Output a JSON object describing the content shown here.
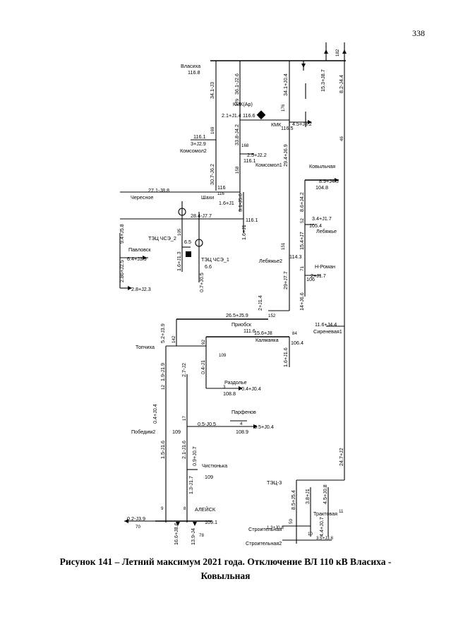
{
  "page_number": "338",
  "caption": {
    "line1": "Рисунок 141 – Летний максимум 2021 года. Отключение ВЛ 110 кВ Власиха -",
    "line2": "Ковыльная"
  },
  "substations": [
    {
      "name": "Власиха",
      "voltage": "116.8"
    },
    {
      "name": "КМК(Ар)",
      "voltage": "116.6"
    },
    {
      "name": "КМК",
      "voltage": "116.5"
    },
    {
      "name": "Комсомол2",
      "voltage": "116.1"
    },
    {
      "name": "Комсомол1",
      "voltage": "116.1"
    },
    {
      "name": "Ковыльная",
      "voltage": "104.8"
    },
    {
      "name": "Чересное",
      "voltage": "116"
    },
    {
      "name": "Шахи",
      "voltage": "116.1"
    },
    {
      "name": "ТЭЦ ЧСЭ_2",
      "voltage": "6.5"
    },
    {
      "name": "ТЭЦ ЧСЭ_1",
      "voltage": "6.6"
    },
    {
      "name": "Павловск",
      "voltage": ""
    },
    {
      "name": "Лебяжье",
      "voltage": "105.4"
    },
    {
      "name": "Лебяжье2",
      "voltage": "114.3"
    },
    {
      "name": "Н-Роман",
      "voltage": "106"
    },
    {
      "name": "Приобск",
      "voltage": "111.6"
    },
    {
      "name": "Калманка",
      "voltage": "106.4"
    },
    {
      "name": "Сиреневая1",
      "voltage": ""
    },
    {
      "name": "Топчиха",
      "voltage": ""
    },
    {
      "name": "Раздолье",
      "voltage": "108.8"
    },
    {
      "name": "Парфенов",
      "voltage": "108.9"
    },
    {
      "name": "Победим2",
      "voltage": "109"
    },
    {
      "name": "Чистюнька",
      "voltage": "109"
    },
    {
      "name": "АЛЕЙСК",
      "voltage": "109.1"
    },
    {
      "name": "ТЭЦ-3",
      "voltage": ""
    },
    {
      "name": "Трактовая",
      "voltage": ""
    },
    {
      "name": "Строительная",
      "voltage": ""
    },
    {
      "name": "Строительная2",
      "voltage": ""
    }
  ],
  "flows": {
    "f1": "34.1-J3",
    "f2": "36.1-J2.6",
    "f3": "34.1+J0.4",
    "f4": "15.3+J8.7",
    "f5": "8.2-J4.4",
    "f6": "2.1+J1.4",
    "f7": "4.5+J3.2",
    "f8": "3+J2.9",
    "f9": "33.8-J4.2",
    "f10": "2.5+J2.2",
    "f11": "30.7-J6.2",
    "f12": "29.4+J6.9",
    "f13": "27.1-J8.8",
    "f14": "1.6+J1",
    "f15": "3.1-J5.6",
    "f16": "8.9+J4.5",
    "f17": "8.6+J4.2",
    "f18": "28.4-J7.7",
    "f19": "3.4+J1.7",
    "f20": "1.6+J1",
    "f21": "9.4+J5.8",
    "f22": "6.4+J3.9",
    "f23": "15.4+J7",
    "f24": "1.6+J1.3",
    "f25": "0.7+J0.5",
    "f26": "2.86+J2.5",
    "f27": "2.8+J2.3",
    "f28": "29+J7.7",
    "f29": "2+J1.7",
    "f30": "2+J1.4",
    "f31": "14+J6.6",
    "f32": "26.5+J5.9",
    "f33": "15.6+J8",
    "f34": "11.6+J4.4",
    "f35": "5.2+J3.9",
    "f36": "1.6+J1.6",
    "f37": "1.9-J1.9",
    "f38": "2.7-J2",
    "f39": "0.4-J1",
    "f40": "0.4+J0.4",
    "f41": "0.4+J0.4",
    "f42": "0.5-J0.5",
    "f43": "0.5+J0.4",
    "f44": "1.5-J1.6",
    "f45": "2.1-J1.6",
    "f46": "0.9+J0.7",
    "f47": "1.3-J1.7",
    "f48": "24.7+J2",
    "f49": "0.2-J3.9",
    "f50": "16.6+J8.6",
    "f51": "13.9-J4",
    "f52": "8.5+J5.4",
    "f53": "3.8+J1",
    "f54": "4.5+J0.8",
    "f55": "4.4+J0.7",
    "f56": "1.3+J0.8",
    "f57": "3.5+J3.8"
  },
  "line_numbers": [
    "182",
    "169",
    "179",
    "176",
    "168",
    "158",
    "116",
    "152",
    "151",
    "71",
    "84",
    "142",
    "92",
    "109",
    "12",
    "17",
    "46",
    "9",
    "8",
    "70",
    "78",
    "3",
    "4",
    "52",
    "50",
    "11",
    "10",
    "105"
  ]
}
